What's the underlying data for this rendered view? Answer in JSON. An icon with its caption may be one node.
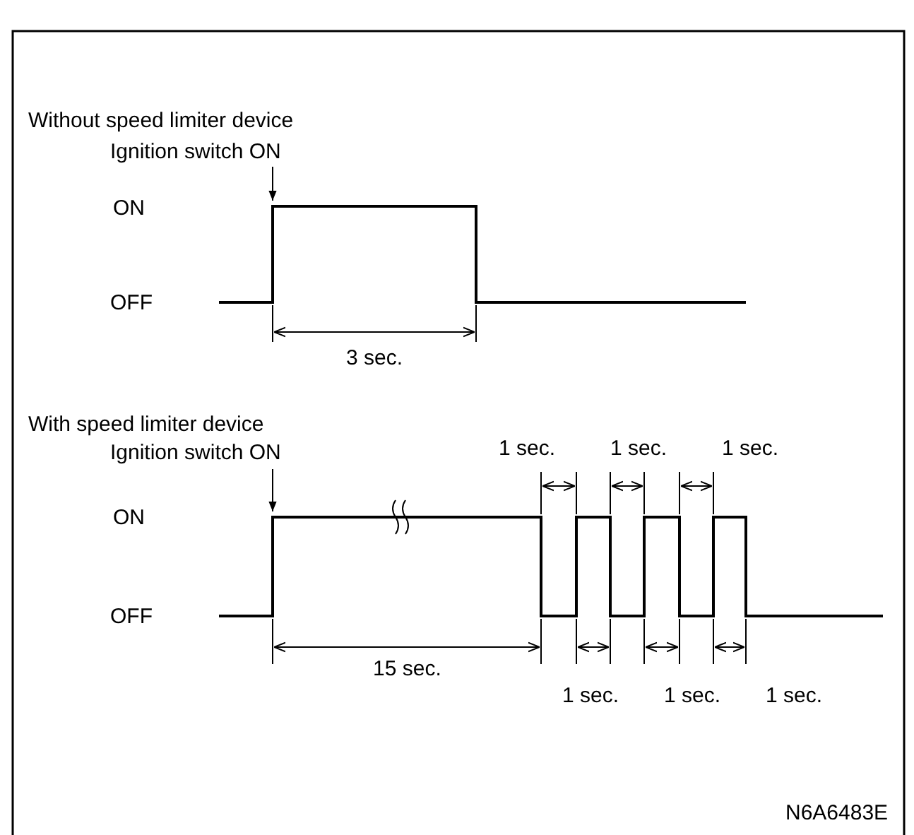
{
  "diagram": {
    "nodes": [
      {
        "text": [
          "Ignition switch ON"
        ]
      },
      {
        "text": [
          "Ignition switch ON"
        ]
      }
    ],
    "edges": [
      {
        "from": 0,
        "to": null,
        "arrow": "to"
      },
      {
        "from": 1,
        "to": null,
        "arrow": "to"
      }
    ],
    "labels": [
      "Without speed limiter device",
      "ON",
      "OFF",
      "3 sec.",
      "With speed limiter device",
      "ON",
      "OFF",
      "1 sec.",
      "1 sec.",
      "1 sec.",
      "15 sec.",
      "1 sec.",
      "1 sec.",
      "1 sec.",
      "N6A6483E"
    ]
  }
}
